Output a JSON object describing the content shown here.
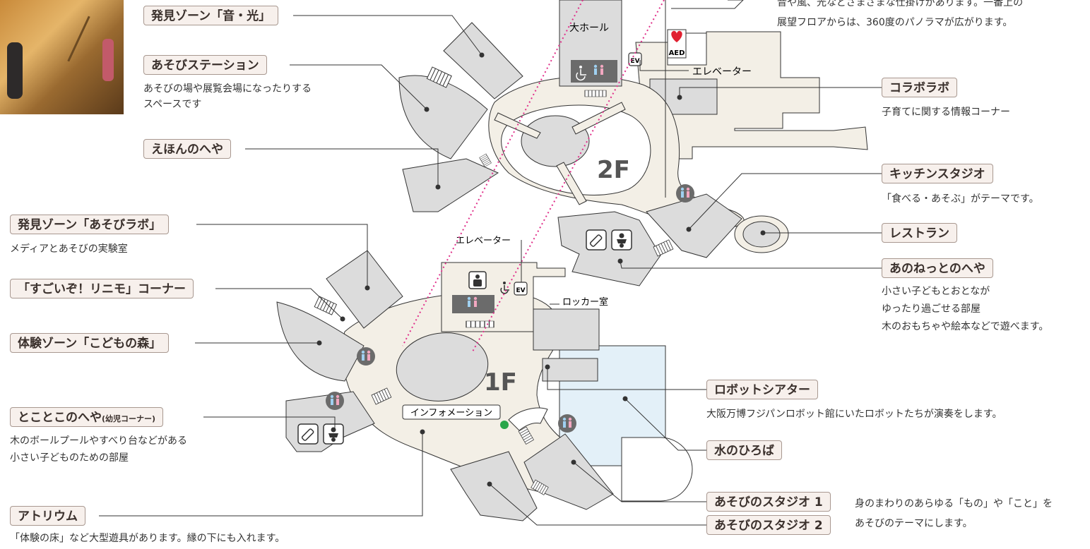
{
  "floors": {
    "f2": "2F",
    "f1": "1F"
  },
  "top_description": {
    "line1": "音や風、光などさまざまな仕掛けがあります。一番上の",
    "line2": "展望フロアからは、360度のパノラマが広がります。"
  },
  "map_text": {
    "dai_hall": "大ホール",
    "elevator_2f": "エレベーター",
    "elevator_1f": "エレベーター",
    "locker_room": "ロッカー室",
    "information": "インフォメーション",
    "ev": "EV",
    "aed": "AED"
  },
  "labels": {
    "hakken_oto": "発見ゾーン「音・光」",
    "asobi_station": "あそびステーション",
    "ehon": "えほんのへや",
    "hakken_labo": "発見ゾーン「あそびラボ」",
    "sugoizo": "「すごいぞ！リニモ」コーナー",
    "kodomo_mori": "体験ゾーン「こどもの森」",
    "tokotoko": "とことこのへや",
    "tokotoko_small": "(幼児コーナー)",
    "atrium": "アトリウム",
    "collabo": "コラボラボ",
    "kitchen": "キッチンスタジオ",
    "restaurant": "レストラン",
    "anonetto": "あのねっとのへや",
    "robot": "ロボットシアター",
    "mizu": "水のひろば",
    "studio1": "あそびのスタジオ 1",
    "studio2": "あそびのスタジオ 2"
  },
  "descriptions": {
    "asobi_station": [
      "あそびの場や展覧会場になったりする",
      "スペースです"
    ],
    "hakken_labo": "メディアとあそびの実験室",
    "tokotoko": [
      "木のボールプールやすべり台などがある",
      "小さい子どものための部屋"
    ],
    "atrium": "「体験の床」など大型遊具があります。縁の下にも入れます。",
    "collabo": "子育てに関する情報コーナー",
    "kitchen": "「食べる・あそぶ」がテーマです。",
    "anonetto": [
      "小さい子どもとおとなが",
      "ゆったり過ごせる部屋",
      "木のおもちゃや絵本などで遊べます。"
    ],
    "robot": "大阪万博フジパンロボット館にいたロボットたちが演奏をします。",
    "studio": [
      "身のまわりのあらゆる「もの」や「こと」を",
      "あそびのテーマにします。"
    ]
  },
  "colors": {
    "room_gray": "#dcdcdc",
    "floor_cream": "#f3efe6",
    "water_blue": "#e3f0f8",
    "label_bg": "#f7f0ec",
    "label_border": "#a89890",
    "toilet_badge": "#6b6b6b",
    "aed_red": "#e02030",
    "info_green": "#2aa64a",
    "connector_dots": "#e0308a"
  },
  "icons": [
    "toilet-icon",
    "wheelchair-icon",
    "baby-bottle-icon",
    "diaper-change-icon",
    "nursing-room-icon",
    "aed-icon",
    "elevator-icon",
    "info-point-icon"
  ]
}
